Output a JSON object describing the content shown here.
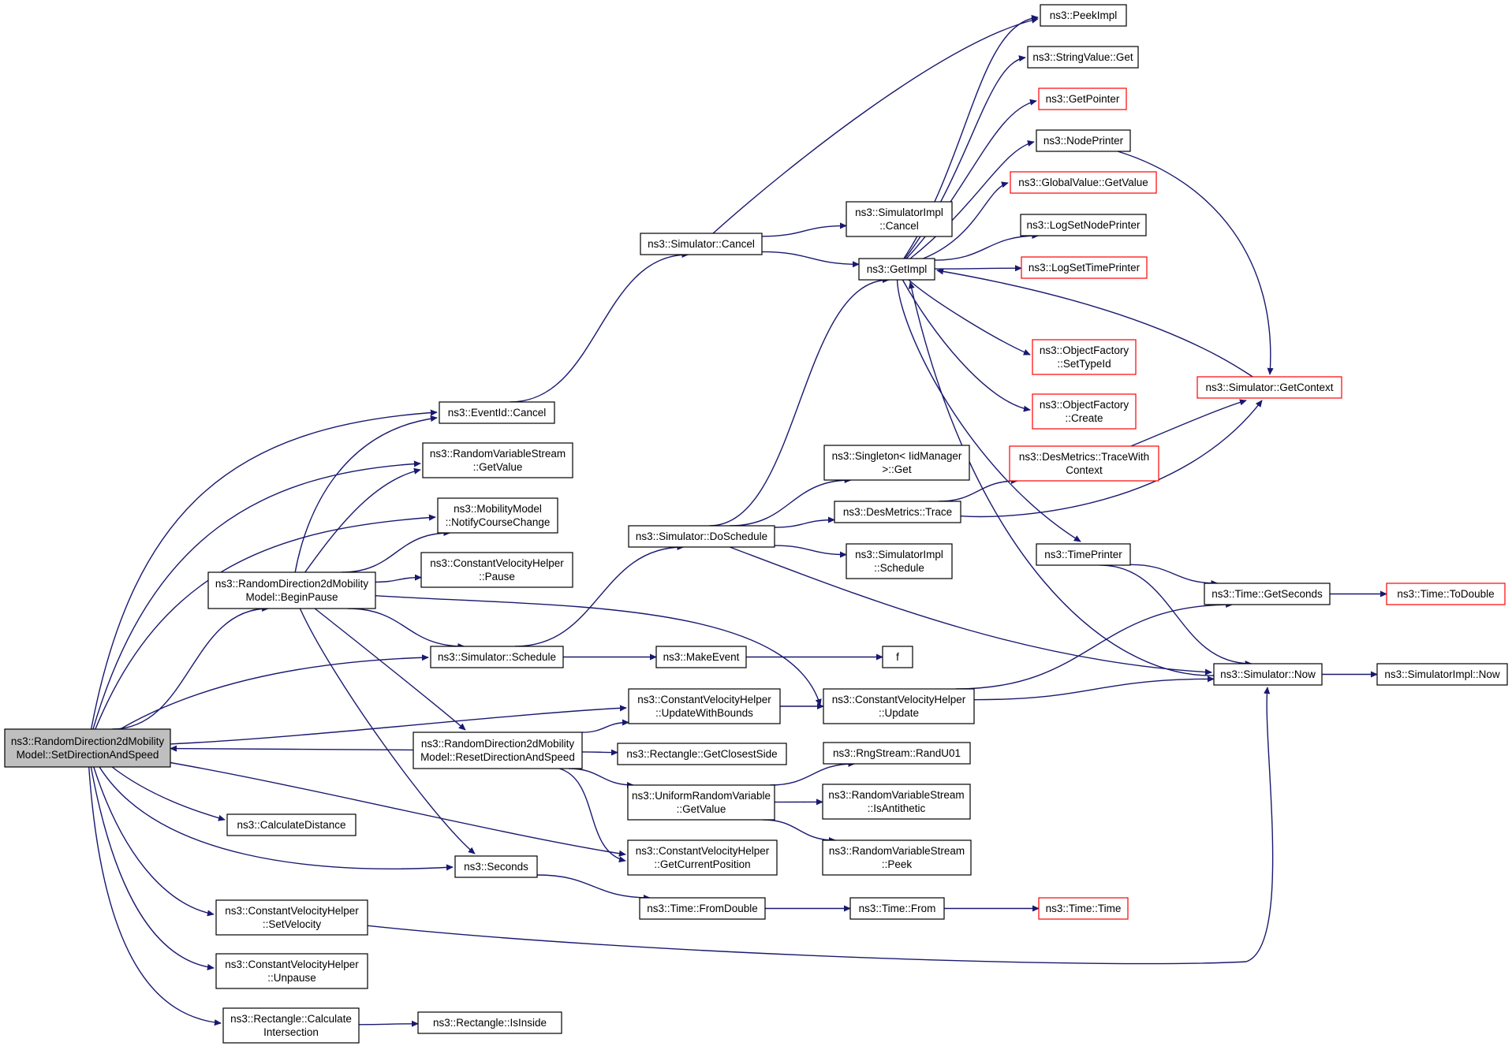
{
  "graph": {
    "root_id": "root",
    "colors": {
      "edge": "#191970",
      "normal_border": "#000000",
      "incomplete_border": "#ff0000",
      "root_fill": "#bfbfbf",
      "node_fill": "#ffffff"
    },
    "nodes": [
      {
        "id": "root",
        "lines": [
          "ns3::RandomDirection2dMobility",
          "Model::SetDirectionAndSpeed"
        ],
        "style": "root"
      },
      {
        "id": "beginpause",
        "lines": [
          "ns3::RandomDirection2dMobility",
          "Model::BeginPause"
        ],
        "style": "normal"
      },
      {
        "id": "reset",
        "lines": [
          "ns3::RandomDirection2dMobility",
          "Model::ResetDirectionAndSpeed"
        ],
        "style": "normal"
      },
      {
        "id": "eventcancel",
        "lines": [
          "ns3::EventId::Cancel"
        ],
        "style": "normal"
      },
      {
        "id": "rvsgetvalue",
        "lines": [
          "ns3::RandomVariableStream",
          "::GetValue"
        ],
        "style": "normal"
      },
      {
        "id": "notify",
        "lines": [
          "ns3::MobilityModel",
          "::NotifyCourseChange"
        ],
        "style": "normal"
      },
      {
        "id": "cvhpause",
        "lines": [
          "ns3::ConstantVelocityHelper",
          "::Pause"
        ],
        "style": "normal"
      },
      {
        "id": "schedule",
        "lines": [
          "ns3::Simulator::Schedule"
        ],
        "style": "normal"
      },
      {
        "id": "calcdist",
        "lines": [
          "ns3::CalculateDistance"
        ],
        "style": "normal"
      },
      {
        "id": "seconds",
        "lines": [
          "ns3::Seconds"
        ],
        "style": "normal"
      },
      {
        "id": "setvelocity",
        "lines": [
          "ns3::ConstantVelocityHelper",
          "::SetVelocity"
        ],
        "style": "normal"
      },
      {
        "id": "unpause",
        "lines": [
          "ns3::ConstantVelocityHelper",
          "::Unpause"
        ],
        "style": "normal"
      },
      {
        "id": "rectcalc",
        "lines": [
          "ns3::Rectangle::Calculate",
          "Intersection"
        ],
        "style": "normal"
      },
      {
        "id": "rectinside",
        "lines": [
          "ns3::Rectangle::IsInside"
        ],
        "style": "normal"
      },
      {
        "id": "simcancel",
        "lines": [
          "ns3::Simulator::Cancel"
        ],
        "style": "normal"
      },
      {
        "id": "doschedule",
        "lines": [
          "ns3::Simulator::DoSchedule"
        ],
        "style": "normal"
      },
      {
        "id": "makeevent",
        "lines": [
          "ns3::MakeEvent"
        ],
        "style": "normal"
      },
      {
        "id": "f",
        "lines": [
          "f"
        ],
        "style": "normal"
      },
      {
        "id": "updatebounds",
        "lines": [
          "ns3::ConstantVelocityHelper",
          "::UpdateWithBounds"
        ],
        "style": "normal"
      },
      {
        "id": "rectclosest",
        "lines": [
          "ns3::Rectangle::GetClosestSide"
        ],
        "style": "normal"
      },
      {
        "id": "urvgetvalue",
        "lines": [
          "ns3::UniformRandomVariable",
          "::GetValue"
        ],
        "style": "normal"
      },
      {
        "id": "getcurrentpos",
        "lines": [
          "ns3::ConstantVelocityHelper",
          "::GetCurrentPosition"
        ],
        "style": "normal"
      },
      {
        "id": "fromdouble",
        "lines": [
          "ns3::Time::FromDouble"
        ],
        "style": "normal"
      },
      {
        "id": "simimplcancel",
        "lines": [
          "ns3::SimulatorImpl",
          "::Cancel"
        ],
        "style": "normal"
      },
      {
        "id": "getimpl",
        "lines": [
          "ns3::GetImpl"
        ],
        "style": "normal"
      },
      {
        "id": "singleton",
        "lines": [
          "ns3::Singleton< IidManager",
          ">::Get"
        ],
        "style": "normal"
      },
      {
        "id": "desmtrace",
        "lines": [
          "ns3::DesMetrics::Trace"
        ],
        "style": "normal"
      },
      {
        "id": "simimplschedule",
        "lines": [
          "ns3::SimulatorImpl",
          "::Schedule"
        ],
        "style": "normal"
      },
      {
        "id": "cvhupdate",
        "lines": [
          "ns3::ConstantVelocityHelper",
          "::Update"
        ],
        "style": "normal"
      },
      {
        "id": "randu01",
        "lines": [
          "ns3::RngStream::RandU01"
        ],
        "style": "normal"
      },
      {
        "id": "isantithetic",
        "lines": [
          "ns3::RandomVariableStream",
          "::IsAntithetic"
        ],
        "style": "normal"
      },
      {
        "id": "peek",
        "lines": [
          "ns3::RandomVariableStream",
          "::Peek"
        ],
        "style": "normal"
      },
      {
        "id": "timefrom",
        "lines": [
          "ns3::Time::From"
        ],
        "style": "normal"
      },
      {
        "id": "peekimpl",
        "lines": [
          "ns3::PeekImpl"
        ],
        "style": "normal"
      },
      {
        "id": "stringvalueget",
        "lines": [
          "ns3::StringValue::Get"
        ],
        "style": "normal"
      },
      {
        "id": "getpointer",
        "lines": [
          "ns3::GetPointer"
        ],
        "style": "red"
      },
      {
        "id": "nodeprinter",
        "lines": [
          "ns3::NodePrinter"
        ],
        "style": "normal"
      },
      {
        "id": "globalvalue",
        "lines": [
          "ns3::GlobalValue::GetValue"
        ],
        "style": "red"
      },
      {
        "id": "logsetnode",
        "lines": [
          "ns3::LogSetNodePrinter"
        ],
        "style": "normal"
      },
      {
        "id": "logsettime",
        "lines": [
          "ns3::LogSetTimePrinter"
        ],
        "style": "red"
      },
      {
        "id": "ofsettypeid",
        "lines": [
          "ns3::ObjectFactory",
          "::SetTypeId"
        ],
        "style": "red"
      },
      {
        "id": "ofcreate",
        "lines": [
          "ns3::ObjectFactory",
          "::Create"
        ],
        "style": "red"
      },
      {
        "id": "tracewithctx",
        "lines": [
          "ns3::DesMetrics::TraceWith",
          "Context"
        ],
        "style": "red"
      },
      {
        "id": "timeprinter",
        "lines": [
          "ns3::TimePrinter"
        ],
        "style": "normal"
      },
      {
        "id": "getseconds",
        "lines": [
          "ns3::Time::GetSeconds"
        ],
        "style": "normal"
      },
      {
        "id": "simnow",
        "lines": [
          "ns3::Simulator::Now"
        ],
        "style": "normal"
      },
      {
        "id": "timetime",
        "lines": [
          "ns3::Time::Time"
        ],
        "style": "red"
      },
      {
        "id": "getcontext",
        "lines": [
          "ns3::Simulator::GetContext"
        ],
        "style": "red"
      },
      {
        "id": "todouble",
        "lines": [
          "ns3::Time::ToDouble"
        ],
        "style": "red"
      },
      {
        "id": "simimplnow",
        "lines": [
          "ns3::SimulatorImpl::Now"
        ],
        "style": "normal"
      }
    ],
    "edges": [
      [
        "root",
        "eventcancel"
      ],
      [
        "root",
        "rvsgetvalue"
      ],
      [
        "root",
        "notify"
      ],
      [
        "root",
        "beginpause"
      ],
      [
        "root",
        "schedule"
      ],
      [
        "root",
        "updatebounds"
      ],
      [
        "root",
        "getcurrentpos"
      ],
      [
        "root",
        "calcdist"
      ],
      [
        "root",
        "seconds"
      ],
      [
        "root",
        "setvelocity"
      ],
      [
        "root",
        "unpause"
      ],
      [
        "root",
        "rectcalc"
      ],
      [
        "reset",
        "root"
      ],
      [
        "beginpause",
        "eventcancel"
      ],
      [
        "beginpause",
        "rvsgetvalue"
      ],
      [
        "beginpause",
        "notify"
      ],
      [
        "beginpause",
        "cvhpause"
      ],
      [
        "beginpause",
        "schedule"
      ],
      [
        "beginpause",
        "cvhupdate"
      ],
      [
        "beginpause",
        "reset"
      ],
      [
        "beginpause",
        "seconds"
      ],
      [
        "reset",
        "updatebounds"
      ],
      [
        "reset",
        "rectclosest"
      ],
      [
        "reset",
        "urvgetvalue"
      ],
      [
        "reset",
        "getcurrentpos"
      ],
      [
        "eventcancel",
        "simcancel"
      ],
      [
        "schedule",
        "doschedule"
      ],
      [
        "schedule",
        "makeevent"
      ],
      [
        "makeevent",
        "f"
      ],
      [
        "seconds",
        "fromdouble"
      ],
      [
        "fromdouble",
        "timefrom"
      ],
      [
        "timefrom",
        "timetime"
      ],
      [
        "setvelocity",
        "simnow"
      ],
      [
        "rectcalc",
        "rectinside"
      ],
      [
        "simcancel",
        "peekimpl"
      ],
      [
        "simcancel",
        "simimplcancel"
      ],
      [
        "simcancel",
        "getimpl"
      ],
      [
        "doschedule",
        "getimpl"
      ],
      [
        "doschedule",
        "singleton"
      ],
      [
        "doschedule",
        "desmtrace"
      ],
      [
        "doschedule",
        "simimplschedule"
      ],
      [
        "doschedule",
        "simnow"
      ],
      [
        "updatebounds",
        "cvhupdate"
      ],
      [
        "cvhupdate",
        "getseconds"
      ],
      [
        "cvhupdate",
        "simnow"
      ],
      [
        "urvgetvalue",
        "randu01"
      ],
      [
        "urvgetvalue",
        "isantithetic"
      ],
      [
        "urvgetvalue",
        "peek"
      ],
      [
        "getimpl",
        "peekimpl"
      ],
      [
        "getimpl",
        "stringvalueget"
      ],
      [
        "getimpl",
        "getpointer"
      ],
      [
        "getimpl",
        "nodeprinter"
      ],
      [
        "getimpl",
        "globalvalue"
      ],
      [
        "getimpl",
        "logsetnode"
      ],
      [
        "getimpl",
        "logsettime"
      ],
      [
        "getimpl",
        "ofsettypeid"
      ],
      [
        "getimpl",
        "ofcreate"
      ],
      [
        "getimpl",
        "timeprinter"
      ],
      [
        "desmtrace",
        "tracewithctx"
      ],
      [
        "desmtrace",
        "getcontext"
      ],
      [
        "tracewithctx",
        "getcontext"
      ],
      [
        "nodeprinter",
        "getcontext"
      ],
      [
        "getcontext",
        "getimpl"
      ],
      [
        "timeprinter",
        "getseconds"
      ],
      [
        "timeprinter",
        "simnow"
      ],
      [
        "getseconds",
        "todouble"
      ],
      [
        "simnow",
        "getimpl"
      ],
      [
        "simnow",
        "simimplnow"
      ]
    ]
  }
}
